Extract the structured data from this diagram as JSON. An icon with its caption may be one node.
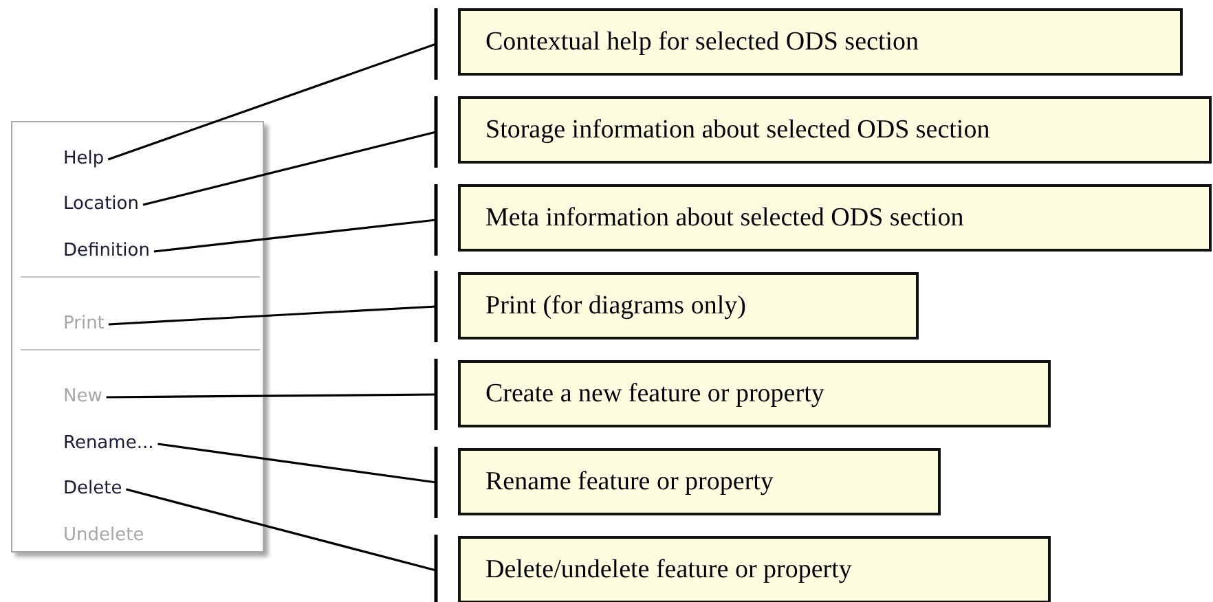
{
  "diagram": {
    "nodes": [
      {
        "text": [],
        "shape": "box"
      },
      {
        "text": [
          "Help"
        ],
        "in": 0
      },
      {
        "text": [
          "Location"
        ],
        "in": 0
      },
      {
        "text": [
          "Definition"
        ],
        "in": 0
      },
      {
        "text": [
          "Print"
        ],
        "in": 0
      },
      {
        "text": [
          "New"
        ],
        "in": 0
      },
      {
        "text": [
          "Rename..."
        ],
        "in": 0
      },
      {
        "text": [
          "Delete"
        ],
        "in": 0
      },
      {
        "text": [
          "Undelete"
        ],
        "in": 0
      },
      {
        "text": [
          "Contextual help for selected ODS section"
        ]
      },
      {
        "text": [
          "Storage information about selected ODS section"
        ]
      },
      {
        "text": [
          "Meta information about selected ODS section"
        ]
      },
      {
        "text": [
          "Print (for diagrams only)"
        ]
      },
      {
        "text": [
          "Create a new feature or property"
        ]
      },
      {
        "text": [
          "Rename feature or property"
        ]
      },
      {
        "text": [
          "Delete/undelete feature or property"
        ]
      }
    ],
    "edges": [
      {
        "from": 1,
        "to": 9,
        "arrow": "other"
      },
      {
        "from": 2,
        "to": 10,
        "arrow": "other"
      },
      {
        "from": 3,
        "to": 11,
        "arrow": "other"
      },
      {
        "from": 4,
        "to": 12,
        "arrow": "other"
      },
      {
        "from": 5,
        "to": 13,
        "arrow": "other"
      },
      {
        "from": 6,
        "to": 14,
        "arrow": "other"
      },
      {
        "from": 7,
        "to": 15,
        "arrow": "other"
      }
    ]
  }
}
